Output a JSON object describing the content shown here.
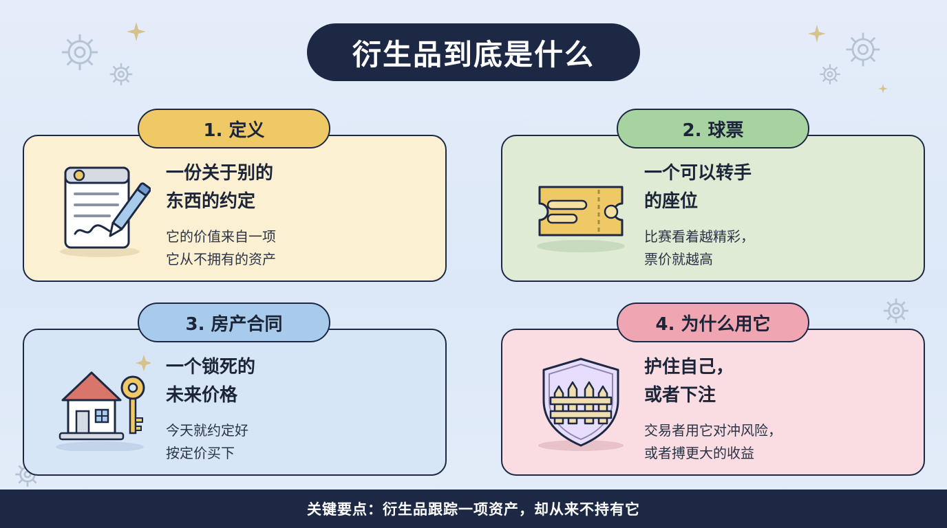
{
  "title": "衍生品到底是什么",
  "cards": [
    {
      "tab": "1. 定义",
      "heading_line1": "一份关于别的",
      "heading_line2": "东西的约定",
      "desc_line1": "它的价值来自一项",
      "desc_line2": "它从不拥有的资产",
      "icon": "contract-pen-icon"
    },
    {
      "tab": "2. 球票",
      "heading_line1": "一个可以转手",
      "heading_line2": "的座位",
      "desc_line1": "比赛看着越精彩，",
      "desc_line2": "票价就越高",
      "icon": "ticket-icon"
    },
    {
      "tab": "3. 房产合同",
      "heading_line1": "一个锁死的",
      "heading_line2": "未来价格",
      "desc_line1": "今天就约定好",
      "desc_line2": "按定价买下",
      "icon": "house-key-icon"
    },
    {
      "tab": "4. 为什么用它",
      "heading_line1": "护住自己，",
      "heading_line2": "或者下注",
      "desc_line1": "交易者用它对冲风险，",
      "desc_line2": "或者搏更大的收益",
      "icon": "shield-fence-icon"
    }
  ],
  "footer": "关键要点：衍生品跟踪一项资产，却从来不持有它",
  "colors": {
    "navy": "#1c2844",
    "yellow_card": "#fbf1d2",
    "yellow_tab": "#efc965",
    "green_card": "#dfebd5",
    "green_tab": "#a6d3a0",
    "blue_card": "#d7e6f6",
    "blue_tab": "#a8cbec",
    "pink_card": "#f9dde2",
    "pink_tab": "#f0a6b2"
  }
}
